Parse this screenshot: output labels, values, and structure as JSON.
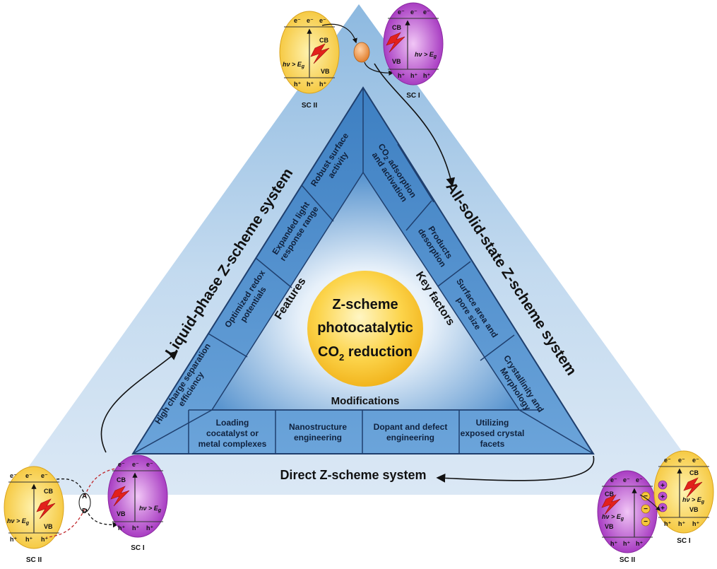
{
  "center": {
    "line1": "Z-scheme",
    "line2": "photocatalytic",
    "line3_main": "CO",
    "line3_sub": "2",
    "line3_rest": " reduction"
  },
  "inner_labels": {
    "features": "Features",
    "key_factors": "Key factors",
    "modifications": "Modifications"
  },
  "outer_labels": {
    "liquid": "Liquid-phase Z-scheme system",
    "solid": "All-solid-state Z-scheme system",
    "direct": "Direct Z-scheme system"
  },
  "features": {
    "robust": [
      "Robust surface",
      "activity"
    ],
    "light": [
      "Expanded light",
      "response range"
    ],
    "redox": [
      "Optimized redox",
      "potentials"
    ],
    "charge": [
      "High charge separation",
      "efficiency"
    ]
  },
  "key_factors": {
    "co2": [
      "CO",
      "2",
      " adsorption",
      "and activation"
    ],
    "products": [
      "Products",
      "desorption"
    ],
    "surface": [
      "Surface area and",
      "pore size"
    ],
    "crystal": [
      "Crystallinity and",
      "Morphology"
    ]
  },
  "modifications": {
    "loading": [
      "Loading",
      "cocatalyst or",
      "metal complexes"
    ],
    "nano": [
      "Nanostructure",
      "engineering"
    ],
    "dopant": [
      "Dopant and defect",
      "engineering"
    ],
    "facets": [
      "Utilizing",
      "exposed crystal",
      "facets"
    ]
  },
  "band": {
    "e": "e⁻",
    "h": "h⁺",
    "cb": "CB",
    "vb": "VB",
    "hv": "hν > E",
    "hv_sub": "g",
    "plus": "+",
    "minus": "−",
    "a": "A",
    "d": "D"
  },
  "sc_labels": {
    "sc1": "SC I",
    "sc2": "SC II"
  },
  "colors": {
    "outer_blue": "#bcd6ec",
    "inner_blue": "#4f8fcd",
    "dark_edge": "#1f3f6e",
    "yellow": "#f6cd47",
    "magenta": "#b94fd0",
    "bolt": "#e2211c",
    "red_dash": "#c0282c"
  }
}
